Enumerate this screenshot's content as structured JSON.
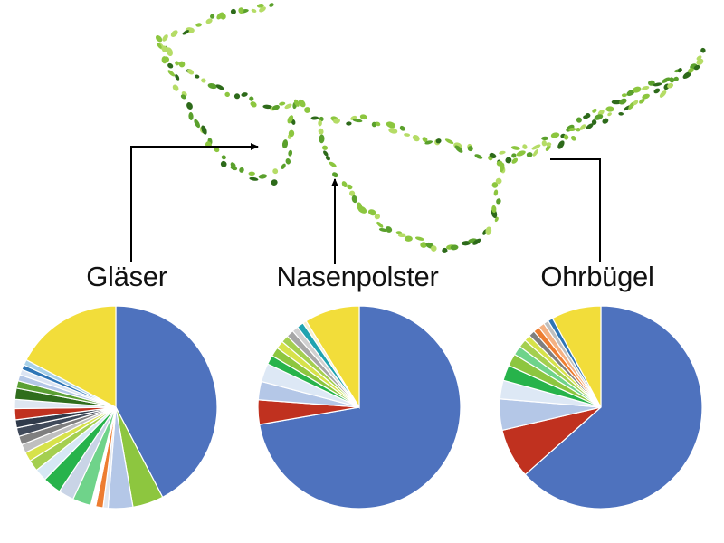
{
  "glasses_colors": [
    "#8cc63f",
    "#2d6a1a",
    "#5aa02c",
    "#b5dc66"
  ],
  "chart_data": [
    {
      "type": "pie",
      "title": "Gläser",
      "slices": [
        {
          "value": 43.0,
          "color": "#4e72be"
        },
        {
          "value": 5.0,
          "color": "#8dc63f"
        },
        {
          "value": 4.0,
          "color": "#b4c7e7"
        },
        {
          "value": 0.8,
          "color": "#e2e8f0"
        },
        {
          "value": 1.2,
          "color": "#ed7d31"
        },
        {
          "value": 0.8,
          "color": "#ffffff"
        },
        {
          "value": 3.0,
          "color": "#6fd38a"
        },
        {
          "value": 2.5,
          "color": "#c9d4e6"
        },
        {
          "value": 3.0,
          "color": "#27b34b"
        },
        {
          "value": 2.0,
          "color": "#d6e8f4"
        },
        {
          "value": 1.8,
          "color": "#a4cf4f"
        },
        {
          "value": 1.5,
          "color": "#d7e24a"
        },
        {
          "value": 1.4,
          "color": "#bfbfbf"
        },
        {
          "value": 1.4,
          "color": "#7f7f7f"
        },
        {
          "value": 1.4,
          "color": "#404a5a"
        },
        {
          "value": 1.3,
          "color": "#2f3a4a"
        },
        {
          "value": 1.8,
          "color": "#c0311f"
        },
        {
          "value": 1.5,
          "color": "#dde6f0"
        },
        {
          "value": 1.8,
          "color": "#2f6d1c"
        },
        {
          "value": 1.2,
          "color": "#5ba034"
        },
        {
          "value": 1.0,
          "color": "#b4c7e7"
        },
        {
          "value": 0.9,
          "color": "#dbe4f3"
        },
        {
          "value": 0.8,
          "color": "#2e75b6"
        },
        {
          "value": 0.9,
          "color": "#a7d0e8"
        },
        {
          "value": 17.5,
          "color": "#f2dd3a"
        }
      ]
    },
    {
      "type": "pie",
      "title": "Nasenpolster",
      "slices": [
        {
          "value": 74.0,
          "color": "#4e72be"
        },
        {
          "value": 4.0,
          "color": "#c0311f"
        },
        {
          "value": 3.0,
          "color": "#b4c7e7"
        },
        {
          "value": 3.0,
          "color": "#dde8f5"
        },
        {
          "value": 1.5,
          "color": "#27b34b"
        },
        {
          "value": 1.5,
          "color": "#8dc63f"
        },
        {
          "value": 1.3,
          "color": "#d7e24a"
        },
        {
          "value": 1.2,
          "color": "#a4cf4f"
        },
        {
          "value": 1.2,
          "color": "#a6a6a6"
        },
        {
          "value": 1.0,
          "color": "#d0d0d0"
        },
        {
          "value": 1.1,
          "color": "#1fa3b0"
        },
        {
          "value": 0.6,
          "color": "#f6f0d0"
        },
        {
          "value": 9.0,
          "color": "#f2dd3a"
        }
      ]
    },
    {
      "type": "pie",
      "title": "Ohrbügel",
      "slices": [
        {
          "value": 64.0,
          "color": "#4e72be"
        },
        {
          "value": 8.0,
          "color": "#c0311f"
        },
        {
          "value": 5.0,
          "color": "#b4c7e7"
        },
        {
          "value": 3.0,
          "color": "#dde8f5"
        },
        {
          "value": 2.5,
          "color": "#27b34b"
        },
        {
          "value": 2.0,
          "color": "#8dc63f"
        },
        {
          "value": 1.5,
          "color": "#6fd38a"
        },
        {
          "value": 1.3,
          "color": "#a4cf4f"
        },
        {
          "value": 1.0,
          "color": "#d7e24a"
        },
        {
          "value": 1.0,
          "color": "#7f7f7f"
        },
        {
          "value": 1.0,
          "color": "#ed7d31"
        },
        {
          "value": 1.0,
          "color": "#f4b183"
        },
        {
          "value": 0.8,
          "color": "#bfbfbf"
        },
        {
          "value": 0.8,
          "color": "#2e75b6"
        },
        {
          "value": 8.0,
          "color": "#f2dd3a"
        }
      ]
    }
  ]
}
